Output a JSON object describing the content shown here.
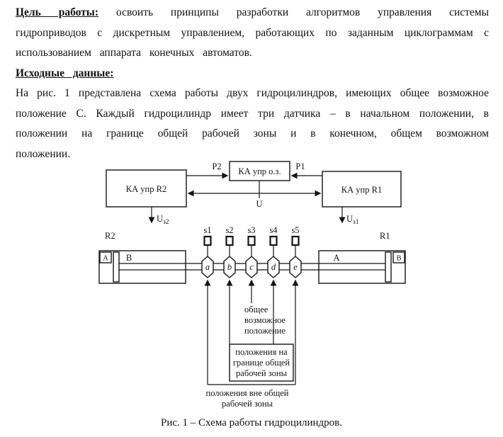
{
  "document": {
    "heading_goal": "Цель работы:",
    "goal_text": "освоить принципы разработки алгоритмов управления системы гидроприводов с дискретным управлением, работающих по заданным циклограммам с использованием аппарата конечных автоматов.",
    "heading_data": "Исходные данные:",
    "description": "На рис. 1 представлена схема работы двух гидроцилиндров, имеющих общее возможное положение С. Каждый гидроцилиндр имеет три датчика – в начальном положении, в положении на границе общей рабочей зоны и в конечном, общем возможном положении.",
    "caption": "Рис. 1 – Схема работы гидроцилиндров."
  },
  "diagram": {
    "controller_common": "КА упр о.з.",
    "controller_r2": "КА упр R2",
    "controller_r1": "КА упр R1",
    "signal_p2": "P2",
    "signal_p1": "P1",
    "signal_u": "U",
    "uz2_base": "U",
    "uz2_sub": "з2",
    "uz1_base": "U",
    "uz1_sub": "з1",
    "cyl_r2": "R2",
    "cyl_r1": "R1",
    "sensors": [
      "s1",
      "s2",
      "s3",
      "s4",
      "s5"
    ],
    "positions": [
      "a",
      "b",
      "c",
      "d",
      "e"
    ],
    "left_port_a": "А",
    "left_port_b": "В",
    "right_port_a": "А",
    "right_port_b": "В",
    "ann_common": [
      "общее",
      "возможное",
      "положение"
    ],
    "ann_boundary": [
      "положения на",
      "границе общей",
      "рабочей зоны"
    ],
    "ann_outside": [
      "положения вне общей",
      "рабочей зоны"
    ]
  }
}
